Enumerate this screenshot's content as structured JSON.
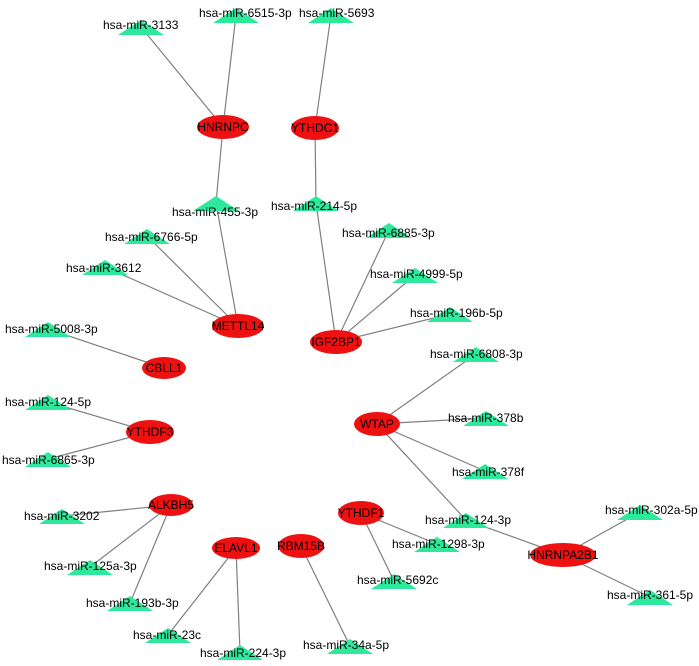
{
  "colors": {
    "gene": "#ee1111",
    "mirna": "#2ee89b",
    "edge": "#808080",
    "text": "#000000"
  },
  "genes": [
    {
      "id": "HNRNPC",
      "label": "HNRNPC"
    },
    {
      "id": "YTHDC1",
      "label": "YTHDC1"
    },
    {
      "id": "METTL14",
      "label": "METTL14"
    },
    {
      "id": "IGF2BP1",
      "label": "IGF2BP1"
    },
    {
      "id": "CBLL1",
      "label": "CBLL1"
    },
    {
      "id": "YTHDF3",
      "label": "YTHDF3"
    },
    {
      "id": "WTAP",
      "label": "WTAP"
    },
    {
      "id": "ALKBH5",
      "label": "ALKBH5"
    },
    {
      "id": "YTHDF1",
      "label": "YTHDF1"
    },
    {
      "id": "RBM15B",
      "label": "RBM15B"
    },
    {
      "id": "ELAVL1",
      "label": "ELAVL1"
    },
    {
      "id": "HNRNPA2B1",
      "label": "HNRNPA2B1"
    }
  ],
  "mirnas": [
    {
      "id": "m3133",
      "label": "hsa-miR-3133"
    },
    {
      "id": "m6515",
      "label": "hsa-miR-6515-3p"
    },
    {
      "id": "m5693",
      "label": "hsa-miR-5693"
    },
    {
      "id": "m455",
      "label": "hsa-miR-455-3p"
    },
    {
      "id": "m214",
      "label": "hsa-miR-214-5p"
    },
    {
      "id": "m6766",
      "label": "hsa-miR-6766-5p"
    },
    {
      "id": "m6885",
      "label": "hsa-miR-6885-3p"
    },
    {
      "id": "m3612",
      "label": "hsa-miR-3612"
    },
    {
      "id": "m4999",
      "label": "hsa-miR-4999-5p"
    },
    {
      "id": "m196b",
      "label": "hsa-miR-196b-5p"
    },
    {
      "id": "m5008",
      "label": "hsa-miR-5008-3p"
    },
    {
      "id": "m6808",
      "label": "hsa-miR-6808-3p"
    },
    {
      "id": "m124",
      "label": "hsa-miR-124-5p"
    },
    {
      "id": "m378b",
      "label": "hsa-miR-378b"
    },
    {
      "id": "m6865",
      "label": "hsa-miR-6865-3p"
    },
    {
      "id": "m378f",
      "label": "hsa-miR-378f"
    },
    {
      "id": "m302a",
      "label": "hsa-miR-302a-5p"
    },
    {
      "id": "m3202",
      "label": "hsa-miR-3202"
    },
    {
      "id": "m1243p",
      "label": "hsa-miR-124-3p"
    },
    {
      "id": "m1298",
      "label": "hsa-miR-1298-3p"
    },
    {
      "id": "m125a",
      "label": "hsa-miR-125a-3p"
    },
    {
      "id": "m361",
      "label": "hsa-miR-361-5p"
    },
    {
      "id": "m5692c",
      "label": "hsa-miR-5692c"
    },
    {
      "id": "m193b",
      "label": "hsa-miR-193b-3p"
    },
    {
      "id": "m23c",
      "label": "hsa-miR-23c"
    },
    {
      "id": "m34a",
      "label": "hsa-miR-34a-5p"
    },
    {
      "id": "m224",
      "label": "hsa-miR-224-3p"
    }
  ],
  "edges": [
    [
      "HNRNPC",
      "m3133"
    ],
    [
      "HNRNPC",
      "m6515"
    ],
    [
      "HNRNPC",
      "m455"
    ],
    [
      "YTHDC1",
      "m5693"
    ],
    [
      "YTHDC1",
      "m214"
    ],
    [
      "METTL14",
      "m455"
    ],
    [
      "METTL14",
      "m6766"
    ],
    [
      "METTL14",
      "m3612"
    ],
    [
      "IGF2BP1",
      "m214"
    ],
    [
      "IGF2BP1",
      "m6885"
    ],
    [
      "IGF2BP1",
      "m4999"
    ],
    [
      "IGF2BP1",
      "m196b"
    ],
    [
      "CBLL1",
      "m5008"
    ],
    [
      "YTHDF3",
      "m124"
    ],
    [
      "YTHDF3",
      "m6865"
    ],
    [
      "WTAP",
      "m6808"
    ],
    [
      "WTAP",
      "m378b"
    ],
    [
      "WTAP",
      "m378f"
    ],
    [
      "WTAP",
      "m1243p"
    ],
    [
      "HNRNPA2B1",
      "m1243p"
    ],
    [
      "HNRNPA2B1",
      "m302a"
    ],
    [
      "HNRNPA2B1",
      "m361"
    ],
    [
      "ALKBH5",
      "m3202"
    ],
    [
      "ALKBH5",
      "m125a"
    ],
    [
      "ALKBH5",
      "m193b"
    ],
    [
      "YTHDF1",
      "m1298"
    ],
    [
      "YTHDF1",
      "m5692c"
    ],
    [
      "ELAVL1",
      "m23c"
    ],
    [
      "ELAVL1",
      "m224"
    ],
    [
      "RBM15B",
      "m34a"
    ]
  ]
}
